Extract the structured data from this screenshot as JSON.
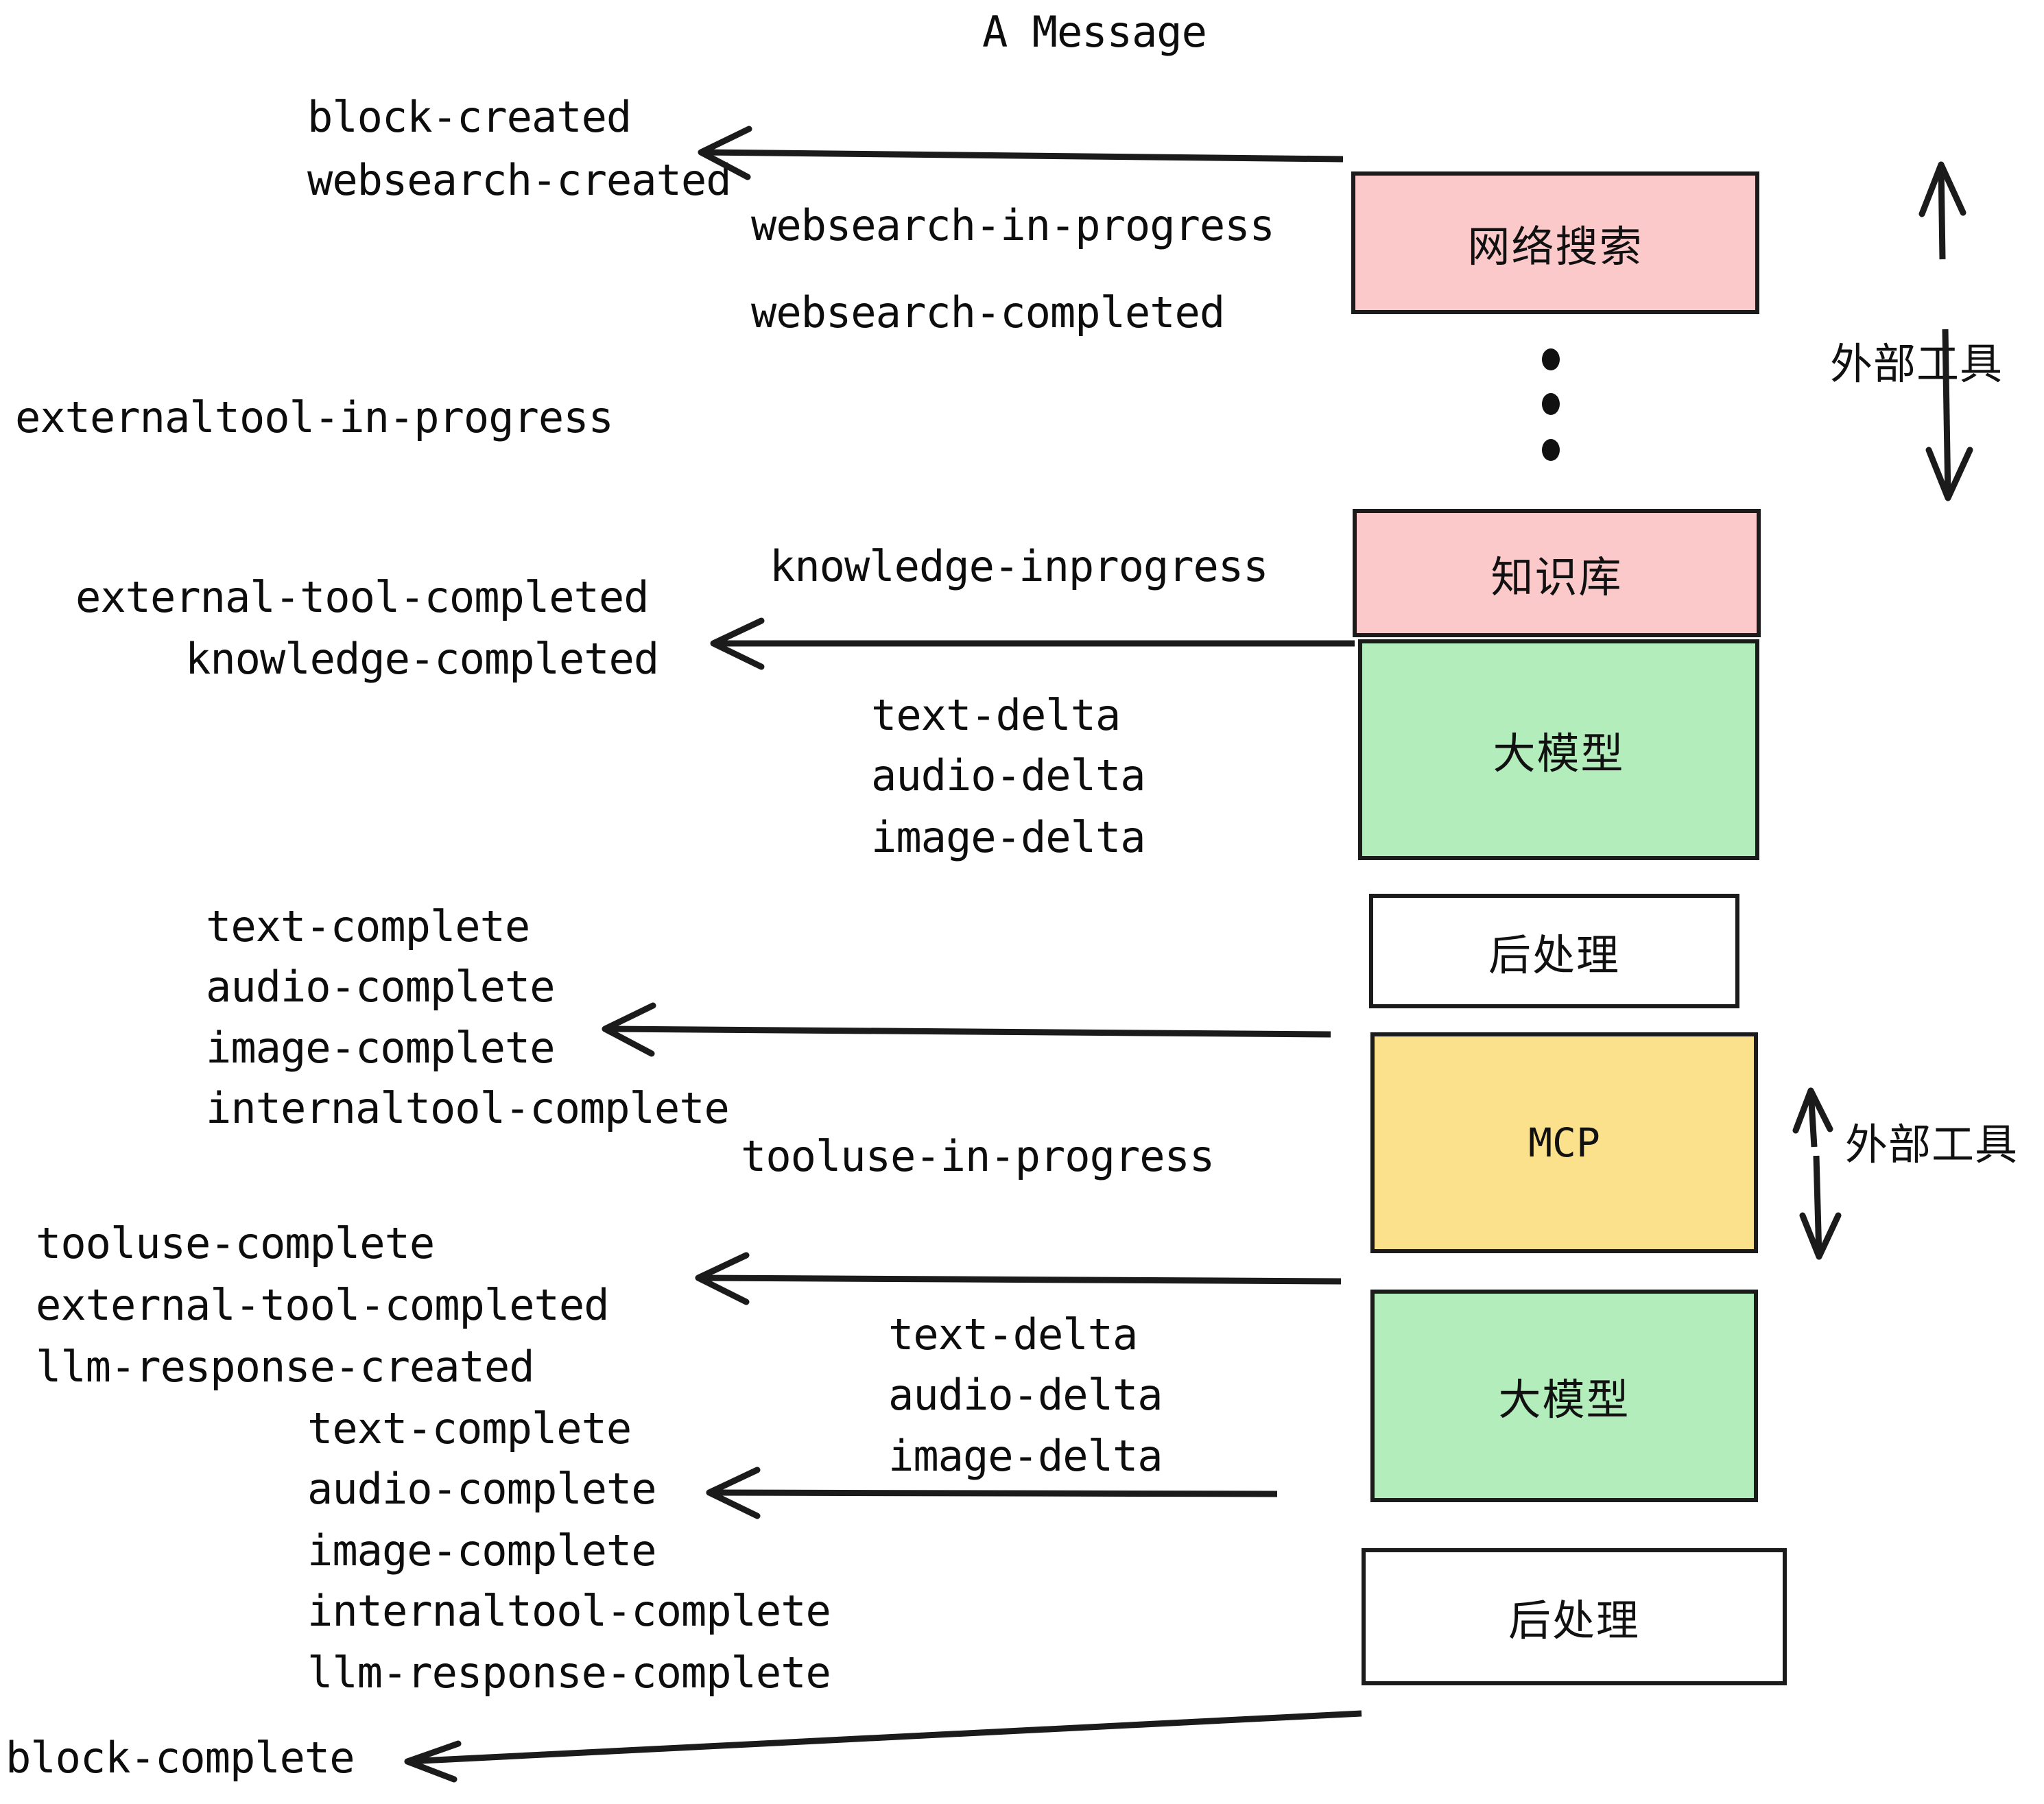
{
  "diagram": {
    "title": "A Message",
    "colors": {
      "pink": "#fbc9c9",
      "green": "#b3edbc",
      "yellow": "#fbe18b",
      "white": "#ffffff",
      "stroke": "#1b1b1b",
      "text": "#0d0d0d"
    },
    "nodes": [
      {
        "id": "websearch",
        "label": "网络搜索",
        "fill": "#fbc9c9"
      },
      {
        "id": "knowledge",
        "label": "知识库",
        "fill": "#fbc9c9"
      },
      {
        "id": "llm-1",
        "label": "大模型",
        "fill": "#b3edbc"
      },
      {
        "id": "postprocess-1",
        "label": "后处理",
        "fill": "#ffffff"
      },
      {
        "id": "mcp",
        "label": "MCP",
        "fill": "#fbe18b"
      },
      {
        "id": "llm-2",
        "label": "大模型",
        "fill": "#b3edbc"
      },
      {
        "id": "postprocess-2",
        "label": "后处理",
        "fill": "#ffffff"
      }
    ],
    "side_labels": [
      {
        "id": "external-tool-top",
        "label": "外部工具"
      },
      {
        "id": "external-tool-bottom",
        "label": "外部工具"
      }
    ],
    "events_left": [
      "block-created",
      "websearch-created",
      "externaltool-in-progress",
      "external-tool-completed",
      "knowledge-completed",
      "text-complete",
      "audio-complete",
      "image-complete",
      "internaltool-complete",
      "tooluse-complete",
      "external-tool-completed",
      "llm-response-created",
      "text-complete",
      "audio-complete",
      "image-complete",
      "internaltool-complete",
      "llm-response-complete",
      "block-complete"
    ],
    "events_middle": [
      "websearch-in-progress",
      "websearch-completed",
      "knowledge-inprogress",
      "text-delta",
      "audio-delta",
      "image-delta",
      "tooluse-in-progress",
      "text-delta",
      "audio-delta",
      "image-delta"
    ],
    "labels": {
      "block_created": "block-created",
      "websearch_created": "websearch-created",
      "websearch_in_progress": "websearch-in-progress",
      "websearch_completed": "websearch-completed",
      "externaltool_in_progress": "externaltool-in-progress",
      "knowledge_inprogress": "knowledge-inprogress",
      "external_tool_completed_1": "external-tool-completed",
      "knowledge_completed": "knowledge-completed",
      "text_delta_1": "text-delta",
      "audio_delta_1": "audio-delta",
      "image_delta_1": "image-delta",
      "text_complete_1": "text-complete",
      "audio_complete_1": "audio-complete",
      "image_complete_1": "image-complete",
      "internaltool_complete_1": "internaltool-complete",
      "tooluse_in_progress": "tooluse-in-progress",
      "tooluse_complete": "tooluse-complete",
      "external_tool_completed_2": "external-tool-completed",
      "llm_response_created": "llm-response-created",
      "text_delta_2": "text-delta",
      "audio_delta_2": "audio-delta",
      "image_delta_2": "image-delta",
      "text_complete_2": "text-complete",
      "audio_complete_2": "audio-complete",
      "image_complete_2": "image-complete",
      "internaltool_complete_2": "internaltool-complete",
      "llm_response_complete": "llm-response-complete",
      "block_complete": "block-complete"
    }
  }
}
